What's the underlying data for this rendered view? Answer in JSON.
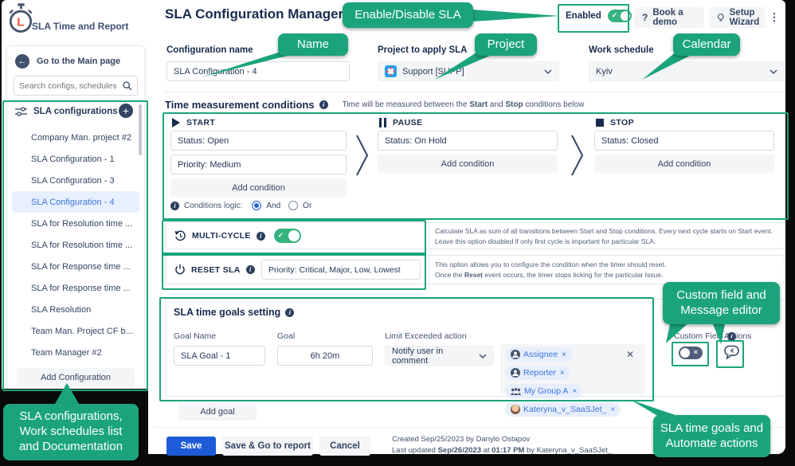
{
  "colors": {
    "annotation_green": "#1BA47C",
    "toggle_green": "#36B37E",
    "primary_blue": "#1D5BD8",
    "navy_text": "#172B4D",
    "selected_item_bg": "#E7F0FE",
    "selected_item_text": "#3E74DD",
    "logo_accent": "#F4512C"
  },
  "icons": {
    "question": "?",
    "kebab": "⋮",
    "back_arrow": "←",
    "check": "✓",
    "close": "×",
    "clear": "✕",
    "plus": "+"
  },
  "app": {
    "logo_text": "SLA Time and Report",
    "page_title": "SLA Configuration Manager"
  },
  "header": {
    "enabled_label": "Enabled",
    "book_demo": "Book a demo",
    "setup_wizard": "Setup Wizard"
  },
  "sidebar": {
    "back_label": "Go to the Main page",
    "search_placeholder": "Search configs, schedules",
    "group_header": "SLA configurations",
    "items": [
      "Company Man. project #2",
      "SLA Configuration - 1",
      "SLA Configuration - 3",
      "SLA Configuration - 4",
      "SLA for Resolution time ...",
      "SLA for Resolution time ...",
      "SLA for Response time ...",
      "SLA for Response time ...",
      "SLA Resolution",
      "Team Man. Project CF b...",
      "Team Manager #2"
    ],
    "selected_item": "SLA Configuration - 4",
    "add_button": "Add Configuration"
  },
  "form": {
    "config_name_label": "Configuration name",
    "config_name_value": "SLA Configuration - 4",
    "project_label": "Project to apply SLA",
    "project_value": "Support [SUPP]",
    "schedule_label": "Work schedule",
    "schedule_value": "Kyiv"
  },
  "conditions": {
    "title": "Time measurement conditions",
    "subtitle": {
      "pre": "Time will be measured between the ",
      "bold1": "Start",
      "mid": " and ",
      "bold2": "Stop",
      "post": " conditions below"
    },
    "start_header": "START",
    "pause_header": "PAUSE",
    "stop_header": "STOP",
    "start_items": [
      "Status: Open",
      "Priority: Medium"
    ],
    "pause_items": [
      "Status: On Hold"
    ],
    "stop_items": [
      "Status: Closed"
    ],
    "add_condition": "Add condition",
    "logic_label": "Conditions logic:",
    "and_label": "And",
    "or_label": "Or"
  },
  "multi_cycle": {
    "label": "MULTI-CYCLE",
    "enabled": true,
    "desc1": "Calculate SLA as sum of all transitions between Start and Stop conditions. Every next cycle starts on Start event.",
    "desc2": "Leave this option disabled if only first cycle is important for particular SLA."
  },
  "reset_sla": {
    "label": "RESET SLA",
    "value": "Priority: Critical, Major, Low, Lowest",
    "desc1": "This option allows you to configure the condition when the timer should reset.",
    "desc2": {
      "pre": "Once the ",
      "bold": "Reset",
      "post": " event occurs, the timer stops ticking for the particular Issue."
    }
  },
  "goals": {
    "title": "SLA time goals setting",
    "col_goal_name": "Goal Name",
    "col_goal": "Goal",
    "col_action": "Limit Exceeded action",
    "col_custom_field": "Custom Field",
    "col_actions": "Actions",
    "goal_name_value": "SLA Goal - 1",
    "goal_value": "6h 20m",
    "action_value": "Notify user in comment",
    "chips": [
      {
        "label": "Assignee",
        "icon": "person"
      },
      {
        "label": "Reporter",
        "icon": "person"
      },
      {
        "label": "My Group A",
        "icon": "group"
      },
      {
        "label": "Kateryna_v_SaaSJet_",
        "icon": "avatar"
      }
    ],
    "custom_field_on": false,
    "add_goal": "Add goal"
  },
  "footer": {
    "save": "Save",
    "save_go": "Save & Go to report",
    "cancel": "Cancel",
    "created": "Created Sep/25/2023 by Danylo Ostapov",
    "updated": {
      "pre": "Last updated ",
      "bold1": "Sep/26/2023",
      "mid": " at ",
      "bold2": "01:17 PM",
      "post": " by Kateryna_v_SaaSJet_"
    }
  },
  "annotations": {
    "enable": "Enable/Disable SLA",
    "name": "Name",
    "project": "Project",
    "calendar": "Calendar",
    "custom_field": "Custom field and Message editor",
    "goals": "SLA time goals and Automate actions",
    "sidebar": "SLA configurations, Work schedules list and Documentation"
  }
}
